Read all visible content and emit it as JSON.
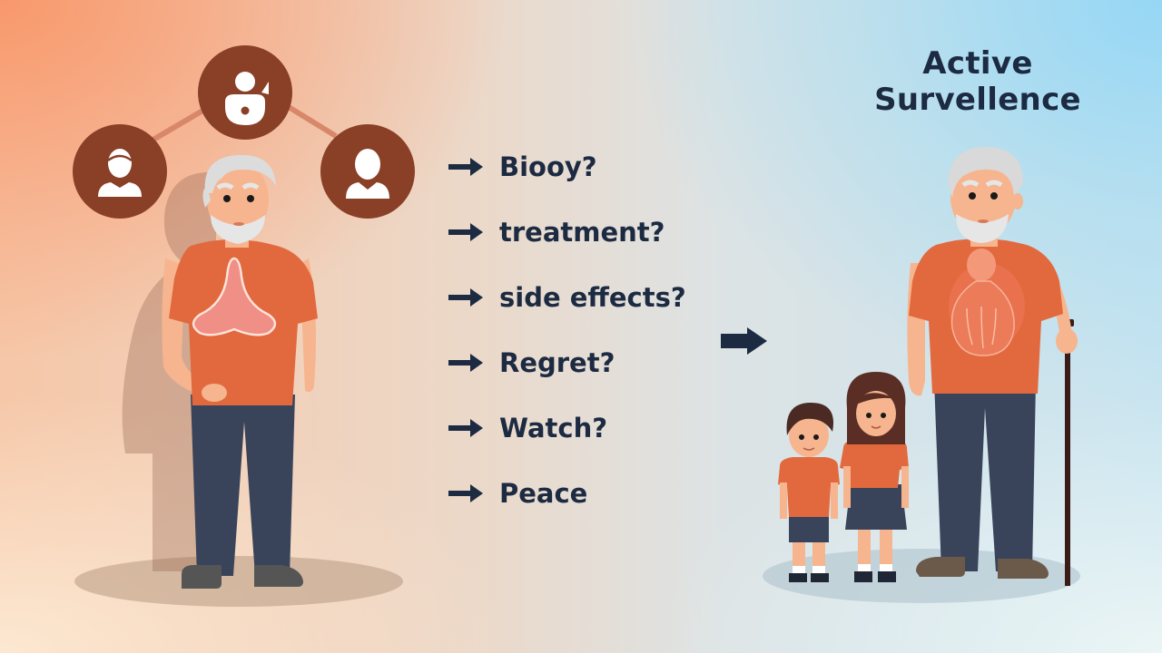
{
  "title": {
    "line1": "Active",
    "line2": "Survellence"
  },
  "questions": [
    {
      "label": "Biooy?"
    },
    {
      "label": "treatment?"
    },
    {
      "label": "side effects?"
    },
    {
      "label": "Regret?"
    },
    {
      "label": "Watch?"
    },
    {
      "label": "Peace"
    }
  ],
  "icons": {
    "list_bullet": "arrow-right-icon",
    "transition": "arrow-right-thick-icon",
    "advisors": [
      "female-person-icon",
      "doctor-icon",
      "male-person-icon"
    ]
  },
  "colors": {
    "text": "#1c2a42",
    "circle": "#8a3f27",
    "shirt": "#e2693e",
    "pants": "#39445a",
    "skin": "#f6b58f",
    "hair": "#d6d6d6",
    "bg_left": "#f89669",
    "bg_right": "#9ad8f5"
  },
  "scenes": {
    "left": "worried-man-with-advisors",
    "right": "man-with-cane-and-grandchildren"
  }
}
